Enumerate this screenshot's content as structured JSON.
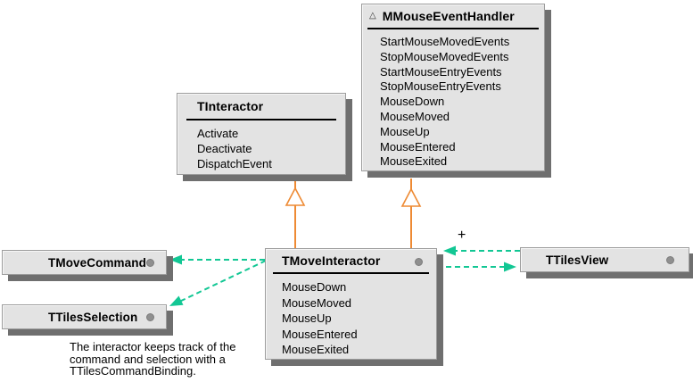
{
  "diagram": {
    "classes": {
      "mmouse": {
        "marker": "△",
        "title": "MMouseEventHandler",
        "methods": [
          "StartMouseMovedEvents",
          "StopMouseMovedEvents",
          "StartMouseEntryEvents",
          "StopMouseEntryEvents",
          "MouseDown",
          "MouseMoved",
          "MouseUp",
          "MouseEntered",
          "MouseExited"
        ]
      },
      "tinteractor": {
        "title": "TInteractor",
        "methods": [
          "Activate",
          "Deactivate",
          "DispatchEvent"
        ]
      },
      "tmoveinteractor": {
        "title": "TMoveInteractor",
        "methods": [
          "MouseDown",
          "MouseMoved",
          "MouseUp",
          "MouseEntered",
          "MouseExited"
        ]
      },
      "tmovecommand": {
        "title": "TMoveCommand"
      },
      "ttilesselection": {
        "title": "TTilesSelection"
      },
      "ttilesview": {
        "title": "TTilesView"
      }
    },
    "labels": {
      "multiplicity_plus": "+"
    },
    "caption": {
      "line1": "The interactor keeps track of the",
      "line2": "command and selection with a",
      "line3": "TTilesCommandBinding."
    },
    "colors": {
      "box_fill": "#e3e3e3",
      "box_shadow": "#6f6f6f",
      "inheritance_line": "#ee8a33",
      "association_line": "#12c794",
      "instance_dot": "#8f8f8f"
    }
  }
}
